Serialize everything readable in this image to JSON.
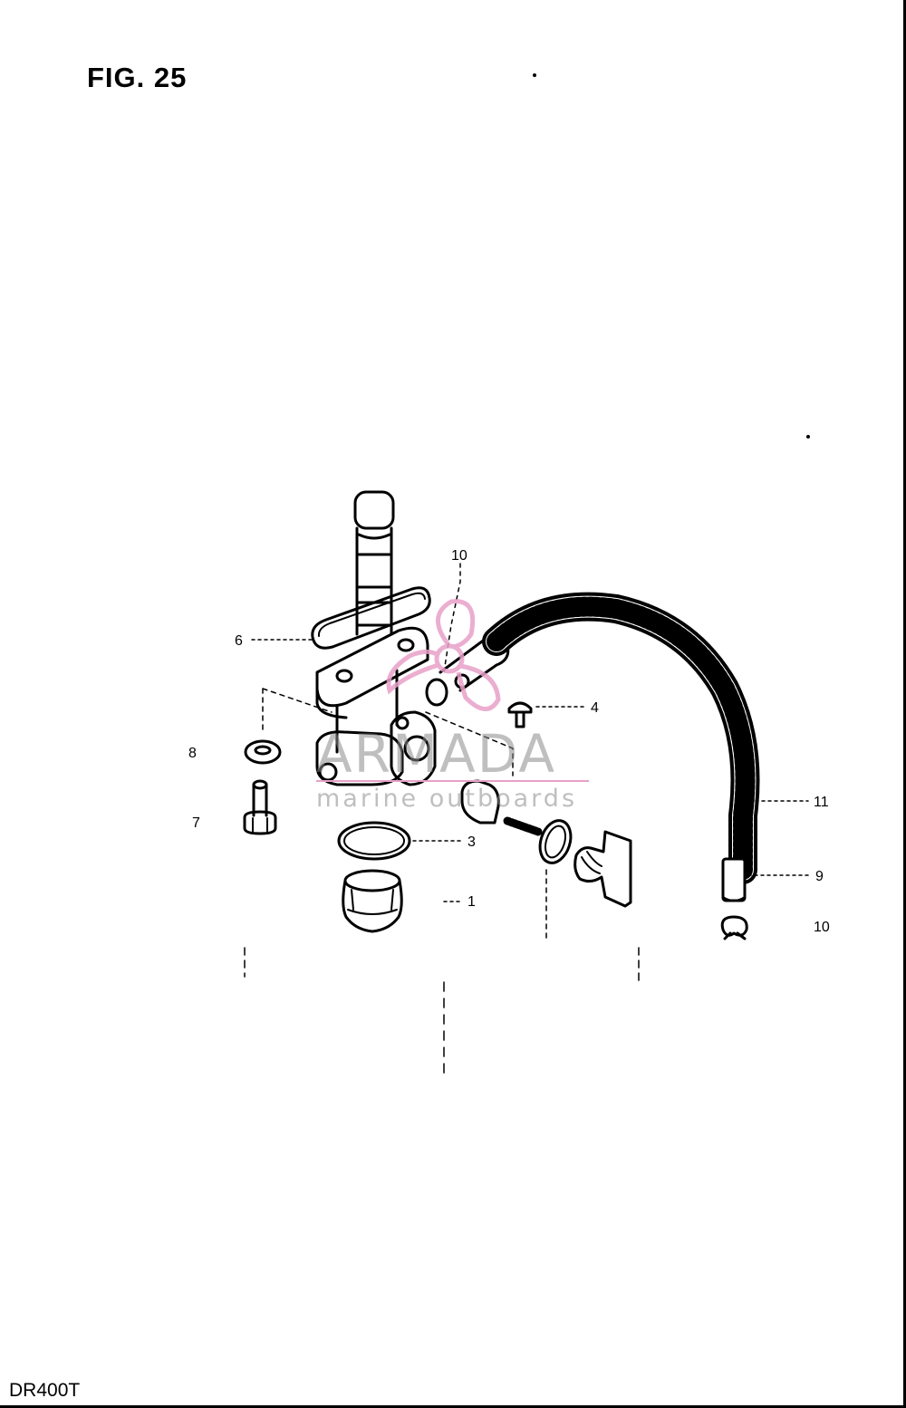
{
  "figure": {
    "title": "FIG. 25",
    "model": "DR400T"
  },
  "callouts": {
    "c10_top": "10",
    "c6": "6",
    "c4": "4",
    "c8": "8",
    "c7": "7",
    "c3": "3",
    "c1": "1",
    "c11": "11",
    "c9": "9",
    "c10_right": "10"
  },
  "watermark": {
    "name": "ARMADA",
    "tagline": "marine outboards",
    "accent_color": "#e8a0c8",
    "text_color": "#8a8a8a"
  }
}
